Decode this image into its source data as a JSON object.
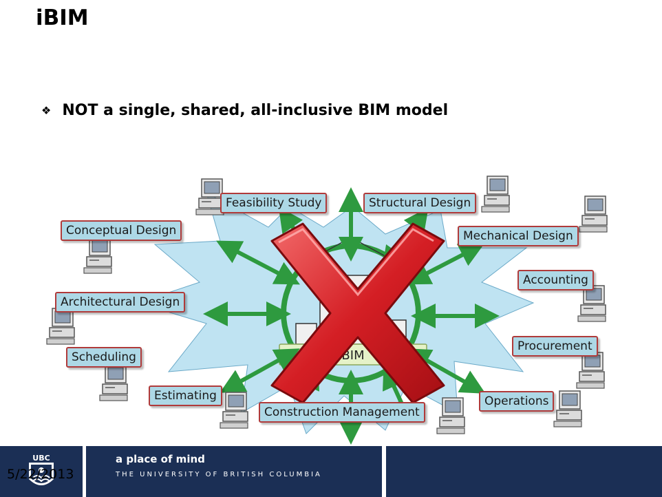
{
  "slide": {
    "title": "iBIM",
    "bullet_icon": "diamond-bullet-icon",
    "bullet": "NOT a single, shared, all-inclusive BIM model"
  },
  "diagram": {
    "center_label": "BIM",
    "labels": {
      "feasibility": "Feasibility Study",
      "structural": "Structural Design",
      "conceptual": "Conceptual  Design",
      "mechanical": "Mechanical Design",
      "accounting": "Accounting",
      "architectural": "Architectural Design",
      "procurement": "Procurement",
      "scheduling": "Scheduling",
      "estimating": "Estimating",
      "operations": "Operations",
      "construction": "Construction Management"
    },
    "colors": {
      "burst": "#bfe3f2",
      "arrow": "#2e9a3f",
      "cross": "#d41e24",
      "label_fill": "#add8e6",
      "label_border": "#b03a3a"
    }
  },
  "footer": {
    "tagline": "a place of mind",
    "university": "THE UNIVERSITY OF BRITISH COLUMBIA",
    "logo_text": "UBC",
    "date": "5/22/2013",
    "bg_color": "#1b2f55"
  }
}
